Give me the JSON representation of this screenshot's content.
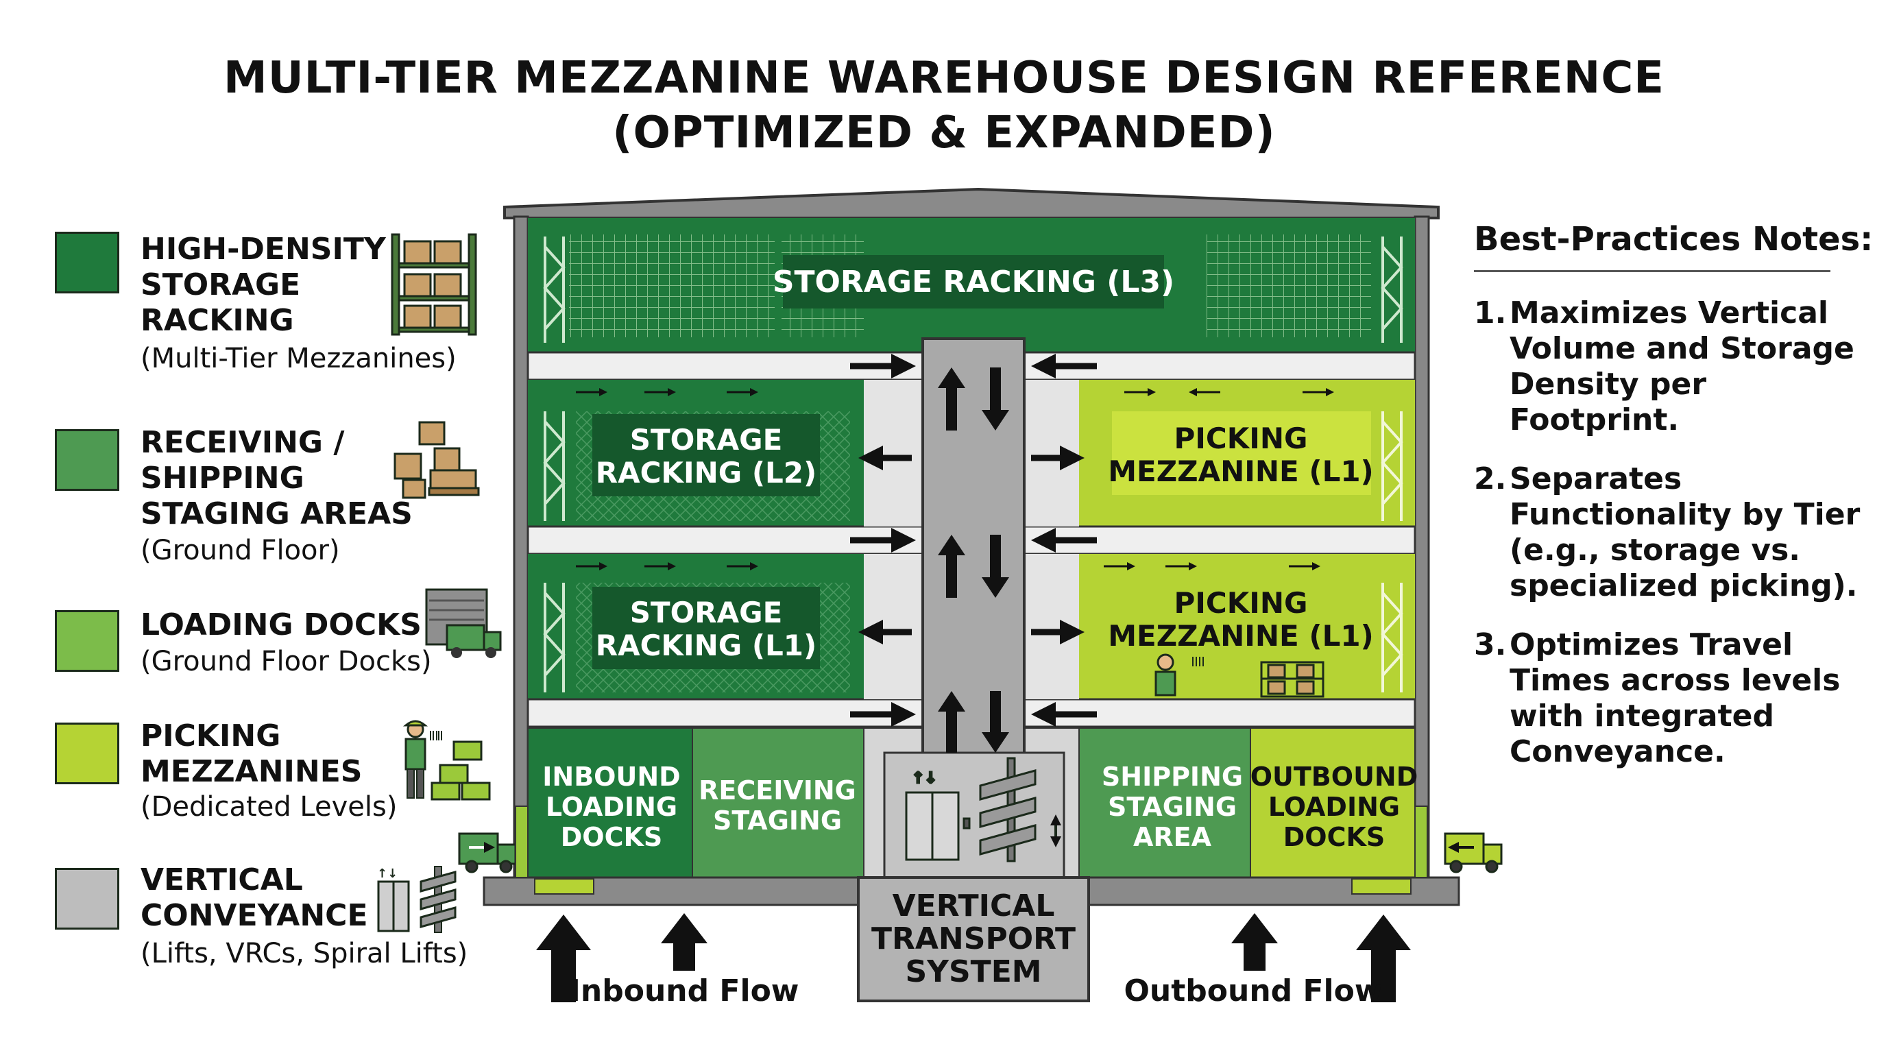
{
  "title": {
    "line1": "MULTI-TIER MEZZANINE WAREHOUSE DESIGN REFERENCE",
    "line2": "(OPTIMIZED & EXPANDED)"
  },
  "colors": {
    "storage": "#1f7a3c",
    "receiving": "#4e9a52",
    "docks": "#7cbc4a",
    "picking": "#b5d334",
    "conveyance": "#bdbdbd"
  },
  "legend": [
    {
      "title": [
        "HIGH-DENSITY",
        "STORAGE",
        "RACKING"
      ],
      "subtitle": "(Multi-Tier Mezzanines)",
      "icon": "rack-boxes-icon"
    },
    {
      "title": [
        "RECEIVING /",
        "SHIPPING",
        "STAGING AREAS"
      ],
      "subtitle": "(Ground Floor)",
      "icon": "stacked-boxes-icon"
    },
    {
      "title": [
        "LOADING DOCKS"
      ],
      "subtitle": "(Ground Floor Docks)",
      "icon": "dock-truck-icon"
    },
    {
      "title": [
        "PICKING",
        "MEZZANINES"
      ],
      "subtitle": "(Dedicated Levels)",
      "icon": "worker-picking-icon"
    },
    {
      "title": [
        "VERTICAL",
        "CONVEYANCE"
      ],
      "subtitle": "(Lifts, VRCs, Spiral Lifts)",
      "icon": "lift-spiral-icon"
    }
  ],
  "building": {
    "level3": "STORAGE RACKING (L3)",
    "storage_l2": [
      "STORAGE",
      "RACKING (L2)"
    ],
    "storage_l1": [
      "STORAGE",
      "RACKING (L1)"
    ],
    "picking_upper": [
      "PICKING",
      "MEZZANINE (L1)"
    ],
    "picking_lower": [
      "PICKING",
      "MEZZANINE (L1)"
    ],
    "inbound_docks": [
      "INBOUND",
      "LOADING",
      "DOCKS"
    ],
    "receiving_staging": [
      "RECEIVING",
      "STAGING"
    ],
    "shipping_staging": [
      "SHIPPING",
      "STAGING",
      "AREA"
    ],
    "outbound_docks": [
      "OUTBOUND",
      "LOADING",
      "DOCKS"
    ],
    "transport": [
      "VERTICAL",
      "TRANSPORT",
      "SYSTEM"
    ]
  },
  "flows": {
    "inbound": "Inbound Flow",
    "outbound": "Outbound Flow"
  },
  "notes": {
    "heading": "Best-Practices Notes:",
    "items": [
      {
        "num": "1.",
        "text": "Maximizes Vertical Volume and Storage Density per Footprint."
      },
      {
        "num": "2.",
        "text": "Separates Functionality by Tier (e.g., storage vs. specialized picking)."
      },
      {
        "num": "3.",
        "text": "Optimizes Travel Times across levels with integrated Conveyance."
      }
    ]
  }
}
